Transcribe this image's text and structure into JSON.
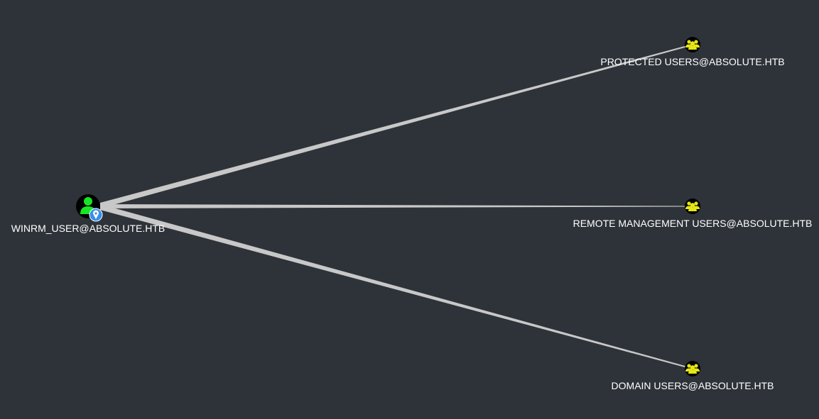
{
  "graph": {
    "source": {
      "label": "WINRM_USER@ABSOLUTE.HTB",
      "icon": "user-icon",
      "badge_icon": "map-marker-icon",
      "colors": {
        "body": "#17e625",
        "background": "#000000",
        "badge": "#3a8ee8"
      }
    },
    "targets": [
      {
        "key": "protected-users",
        "label": "PROTECTED USERS@ABSOLUTE.HTB",
        "icon": "group-icon"
      },
      {
        "key": "remote-management-users",
        "label": "REMOTE MANAGEMENT USERS@ABSOLUTE.HTB",
        "icon": "group-icon"
      },
      {
        "key": "domain-users",
        "label": "DOMAIN USERS@ABSOLUTE.HTB",
        "icon": "group-icon"
      }
    ],
    "colors": {
      "background": "#2e3339",
      "edge": "#c8c8c8",
      "group_icon": "#e6e615",
      "node_background": "#000000",
      "label": "#ffffff"
    }
  }
}
